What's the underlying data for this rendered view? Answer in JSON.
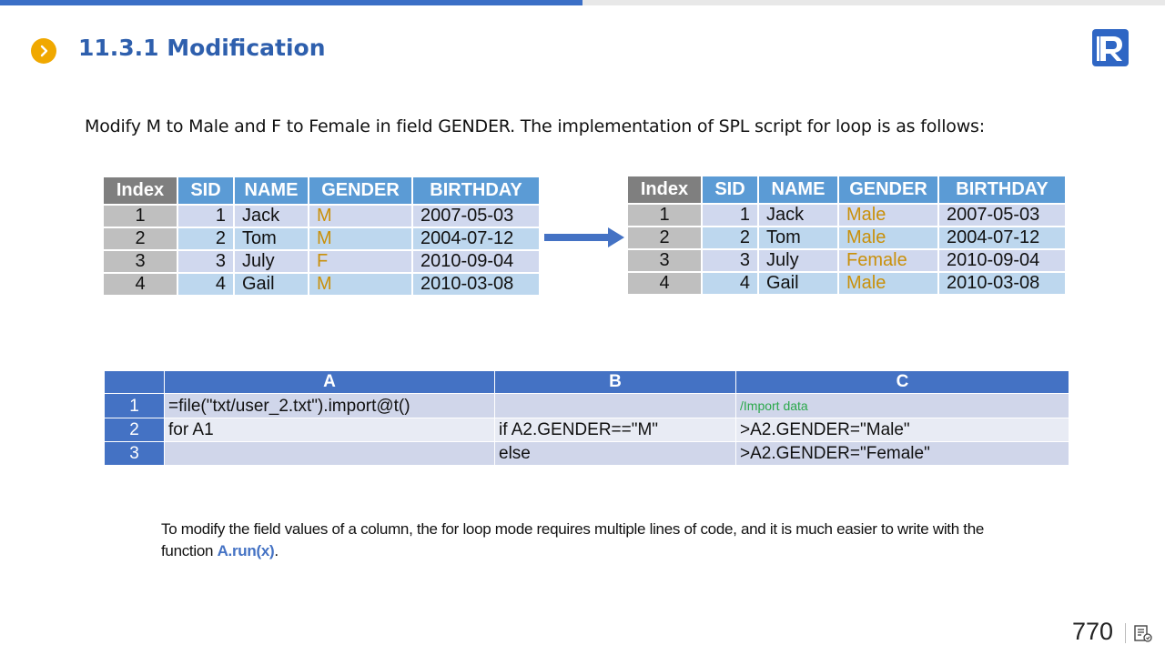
{
  "header": {
    "progress_percent": 50,
    "title": "11.3.1 Modification",
    "logo_icon": "r-logo-icon",
    "bullet_icon": "chevron-right-icon"
  },
  "intro_text": "Modify M to Male and F to Female in field GENDER. The implementation of SPL script for loop is as follows:",
  "before_table": {
    "headers": [
      "Index",
      "SID",
      "NAME",
      "GENDER",
      "BIRTHDAY"
    ],
    "rows": [
      {
        "index": "1",
        "sid": "1",
        "name": "Jack",
        "gender": "M",
        "birthday": "2007-05-03"
      },
      {
        "index": "2",
        "sid": "2",
        "name": "Tom",
        "gender": "M",
        "birthday": "2004-07-12"
      },
      {
        "index": "3",
        "sid": "3",
        "name": "July",
        "gender": "F",
        "birthday": "2010-09-04"
      },
      {
        "index": "4",
        "sid": "4",
        "name": "Gail",
        "gender": "M",
        "birthday": "2010-03-08"
      }
    ]
  },
  "after_table": {
    "headers": [
      "Index",
      "SID",
      "NAME",
      "GENDER",
      "BIRTHDAY"
    ],
    "rows": [
      {
        "index": "1",
        "sid": "1",
        "name": "Jack",
        "gender": "Male",
        "birthday": "2007-05-03"
      },
      {
        "index": "2",
        "sid": "2",
        "name": "Tom",
        "gender": "Male",
        "birthday": "2004-07-12"
      },
      {
        "index": "3",
        "sid": "3",
        "name": "July",
        "gender": "Female",
        "birthday": "2010-09-04"
      },
      {
        "index": "4",
        "sid": "4",
        "name": "Gail",
        "gender": "Male",
        "birthday": "2010-03-08"
      }
    ]
  },
  "code_grid": {
    "columns": [
      "",
      "A",
      "B",
      "C"
    ],
    "rows": [
      {
        "num": "1",
        "a": "=file(\"txt/user_2.txt\").import@t()",
        "b": "",
        "c": "/Import data"
      },
      {
        "num": "2",
        "a": "for A1",
        "b": "if A2.GENDER==\"M\"",
        "c": ">A2.GENDER=\"Male\""
      },
      {
        "num": "3",
        "a": "",
        "b": "else",
        "c": ">A2.GENDER=\"Female\""
      }
    ]
  },
  "note": {
    "text_before": "To modify the field values of a column, the for loop mode requires multiple lines of code, and it is much easier to write with the function ",
    "function_name": "A.run(x)",
    "text_after": "."
  },
  "footer": {
    "page_number": "770",
    "notes_icon": "notes-icon"
  },
  "colors": {
    "title": "#2e5fad",
    "accent_bullet": "#f0a800",
    "header_cell": "#5b9bd5",
    "index_cell": "#7f7f7f",
    "gender_text": "#c9900a",
    "code_header": "#4472c4",
    "comment_text": "#2aa84a"
  }
}
